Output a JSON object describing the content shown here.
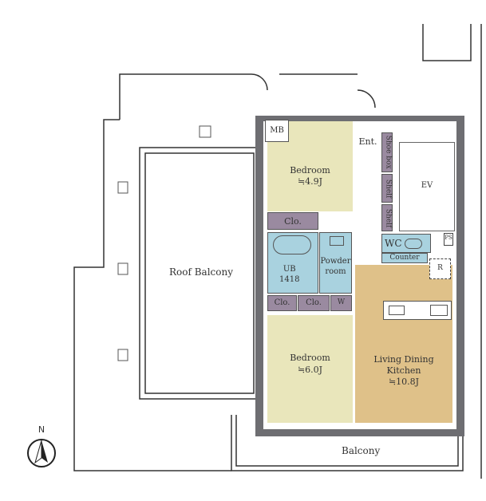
{
  "rooms": {
    "bedroom1": {
      "label": "Bedroom",
      "size": "≒4.9J"
    },
    "bedroom2": {
      "label": "Bedroom",
      "size": "≒6.0J"
    },
    "ldk": {
      "label1": "Living Dining",
      "label2": "Kitchen",
      "size": "≒10.8J"
    },
    "roof_balcony": "Roof Balcony",
    "balcony": "Balcony",
    "mb": "MB",
    "ent": "Ent.",
    "shoe_box": "Shoe box",
    "shelf1": "Shelf",
    "shelf2": "Shelf",
    "ev": "EV",
    "clo1": "Clo.",
    "clo2": "Clo.",
    "clo3": "Clo.",
    "ub": "UB",
    "ub_size": "1418",
    "powder1": "Powder",
    "powder2": "room",
    "w": "W",
    "wc": "WC",
    "counter": "Counter",
    "ps": "PS",
    "r": "R"
  },
  "compass": {
    "label": "N"
  },
  "colors": {
    "bedroom": "#e9e6bb",
    "ldk": "#dfc189",
    "wet": "#a9d2df",
    "storage": "#9a8aa0",
    "wall": "#6e6e72"
  }
}
